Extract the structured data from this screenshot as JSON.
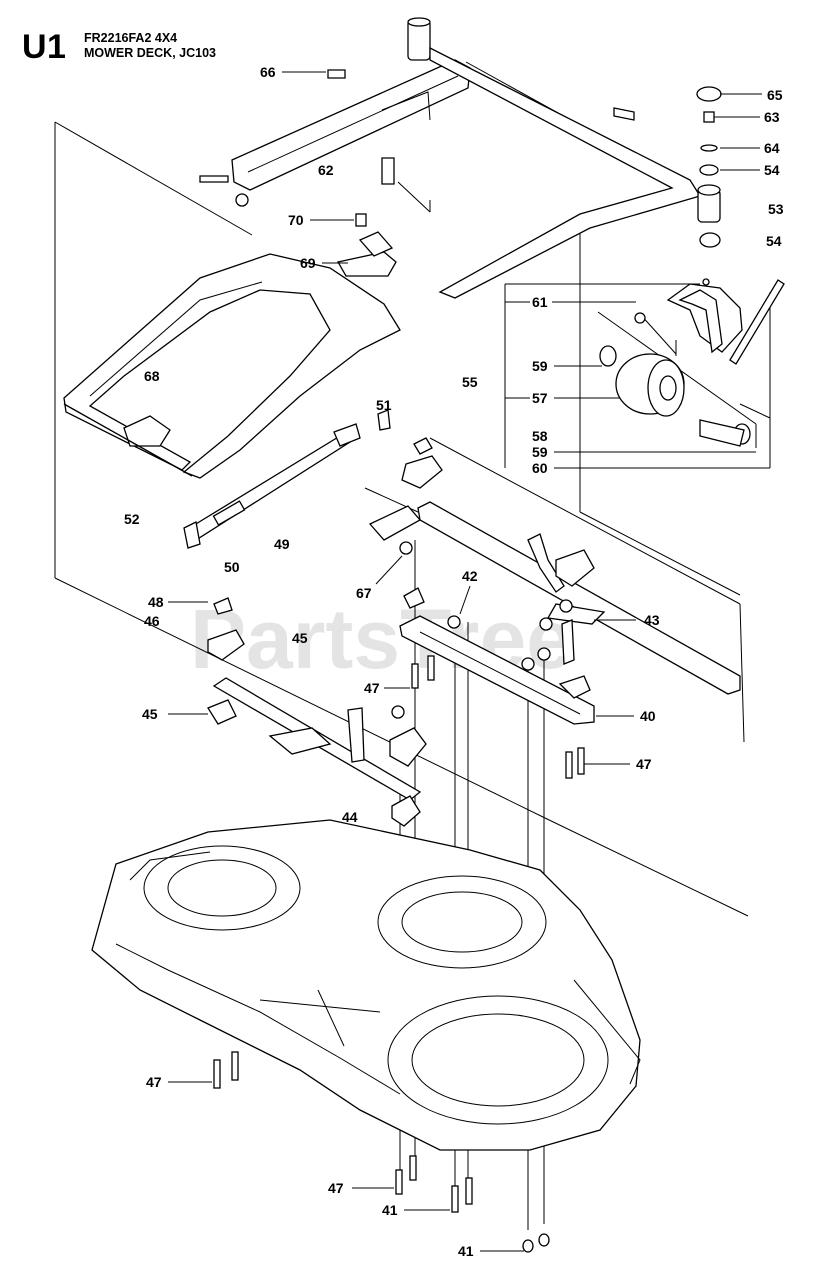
{
  "header": {
    "code": "U1",
    "model": "FR2216FA2 4X4",
    "title": "MOWER DECK, JC103"
  },
  "watermark": {
    "text": "PartsTree",
    "mark": "™"
  },
  "callouts": [
    "66",
    "65",
    "63",
    "64",
    "54",
    "53",
    "54",
    "62",
    "70",
    "69",
    "61",
    "68",
    "59",
    "57",
    "55",
    "51",
    "58",
    "59",
    "60",
    "52",
    "49",
    "50",
    "67",
    "42",
    "48",
    "46",
    "45",
    "43",
    "47",
    "45",
    "40",
    "47",
    "44",
    "47",
    "47",
    "41",
    "41"
  ]
}
